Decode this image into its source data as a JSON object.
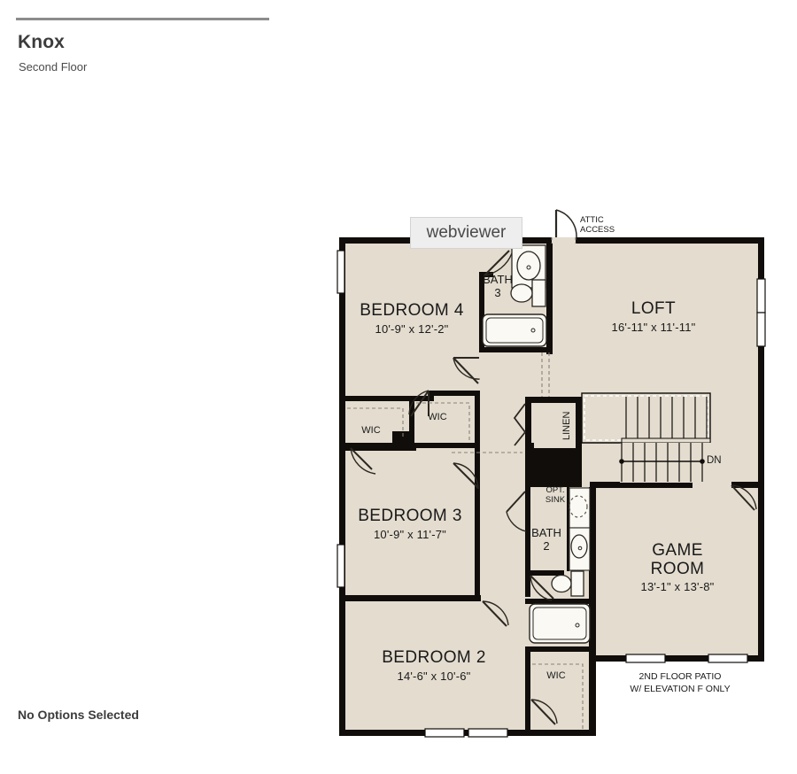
{
  "header": {
    "title": "Knox",
    "subtitle": "Second Floor"
  },
  "footer": {
    "options_status": "No Options Selected"
  },
  "watermark": {
    "text": "webviewer"
  },
  "floorplan": {
    "colors": {
      "floor_fill": "#E3DCCF",
      "wall": "#100D0A",
      "fixture_fill": "#FBF9F4",
      "text": "#1A1A1A"
    },
    "rooms": [
      {
        "id": "bedroom4",
        "name": "BEDROOM 4",
        "dimensions": "10'-9\" x 12'-2\""
      },
      {
        "id": "loft",
        "name": "LOFT",
        "dimensions": "16'-11\" x 11'-11\""
      },
      {
        "id": "bedroom3",
        "name": "BEDROOM 3",
        "dimensions": "10'-9\" x 11'-7\""
      },
      {
        "id": "gameroom",
        "name": "GAME ROOM",
        "name_line1": "GAME",
        "name_line2": "ROOM",
        "dimensions": "13'-1\" x 13'-8\""
      },
      {
        "id": "bedroom2",
        "name": "BEDROOM 2",
        "dimensions": "14'-6\" x 10'-6\""
      }
    ],
    "baths": [
      {
        "id": "bath3",
        "name": "BATH",
        "number": "3"
      },
      {
        "id": "bath2",
        "name": "BATH",
        "number": "2"
      }
    ],
    "closets": [
      {
        "id": "wic-bed4-left",
        "label": "WIC"
      },
      {
        "id": "wic-bed4-right",
        "label": "WIC"
      },
      {
        "id": "wic-bed2",
        "label": "WIC"
      },
      {
        "id": "linen",
        "label": "LINEN"
      }
    ],
    "annotations": [
      {
        "id": "attic-access",
        "line1": "ATTIC",
        "line2": "ACCESS"
      },
      {
        "id": "opt-sink",
        "line1": "OPT.",
        "line2": "SINK"
      },
      {
        "id": "stair-dir",
        "text": "DN"
      },
      {
        "id": "patio-note",
        "line1": "2ND FLOOR PATIO",
        "line2": "W/ ELEVATION F ONLY"
      }
    ]
  }
}
